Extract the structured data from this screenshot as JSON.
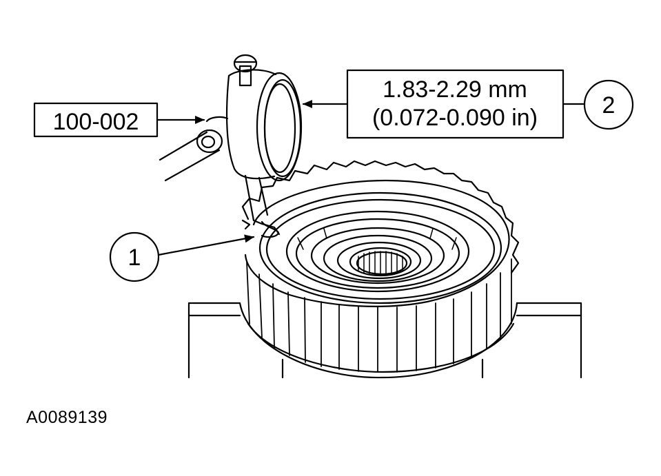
{
  "figure": {
    "tool_label": "100-002",
    "spec_metric": "1.83-2.29 mm",
    "spec_imperial": "(0.072-0.090 in)",
    "callout_1": "1",
    "callout_2": "2",
    "figure_id": "A0089139"
  },
  "colors": {
    "line": "#000000",
    "background": "#ffffff"
  },
  "icons": [
    "dial-indicator-icon",
    "clutch-drum-icon",
    "arrow-icon"
  ]
}
